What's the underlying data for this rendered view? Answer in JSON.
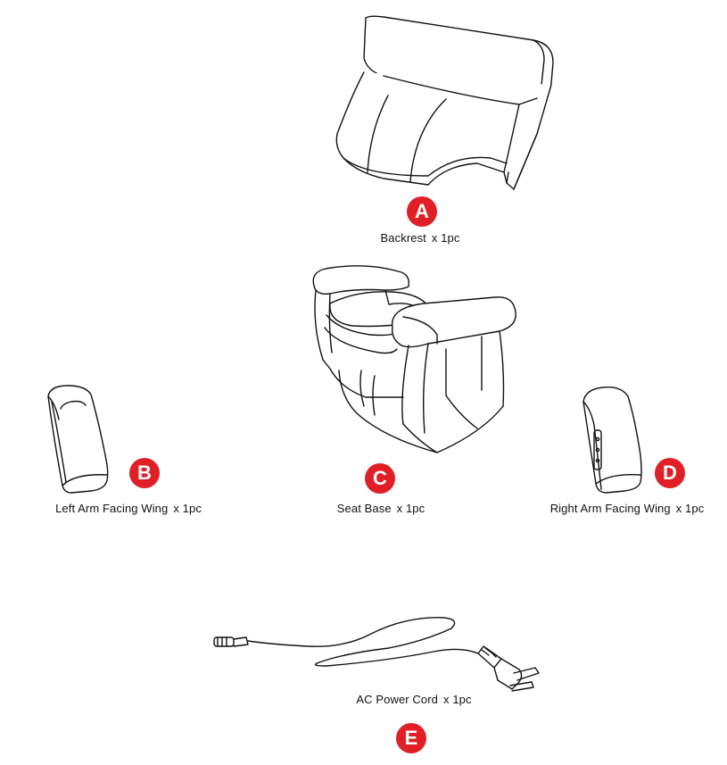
{
  "parts": [
    {
      "letter": "A",
      "name": "Backrest",
      "quantity": "x 1pc"
    },
    {
      "letter": "B",
      "name": "Left Arm Facing Wing",
      "quantity": "x 1pc"
    },
    {
      "letter": "C",
      "name": "Seat Base",
      "quantity": "x 1pc"
    },
    {
      "letter": "D",
      "name": "Right Arm Facing Wing",
      "quantity": "x 1pc"
    },
    {
      "letter": "E",
      "name": "AC Power Cord",
      "quantity": "x 1pc"
    }
  ],
  "colors": {
    "badge": "#e01f26",
    "line": "#111111",
    "text": "#111111"
  }
}
